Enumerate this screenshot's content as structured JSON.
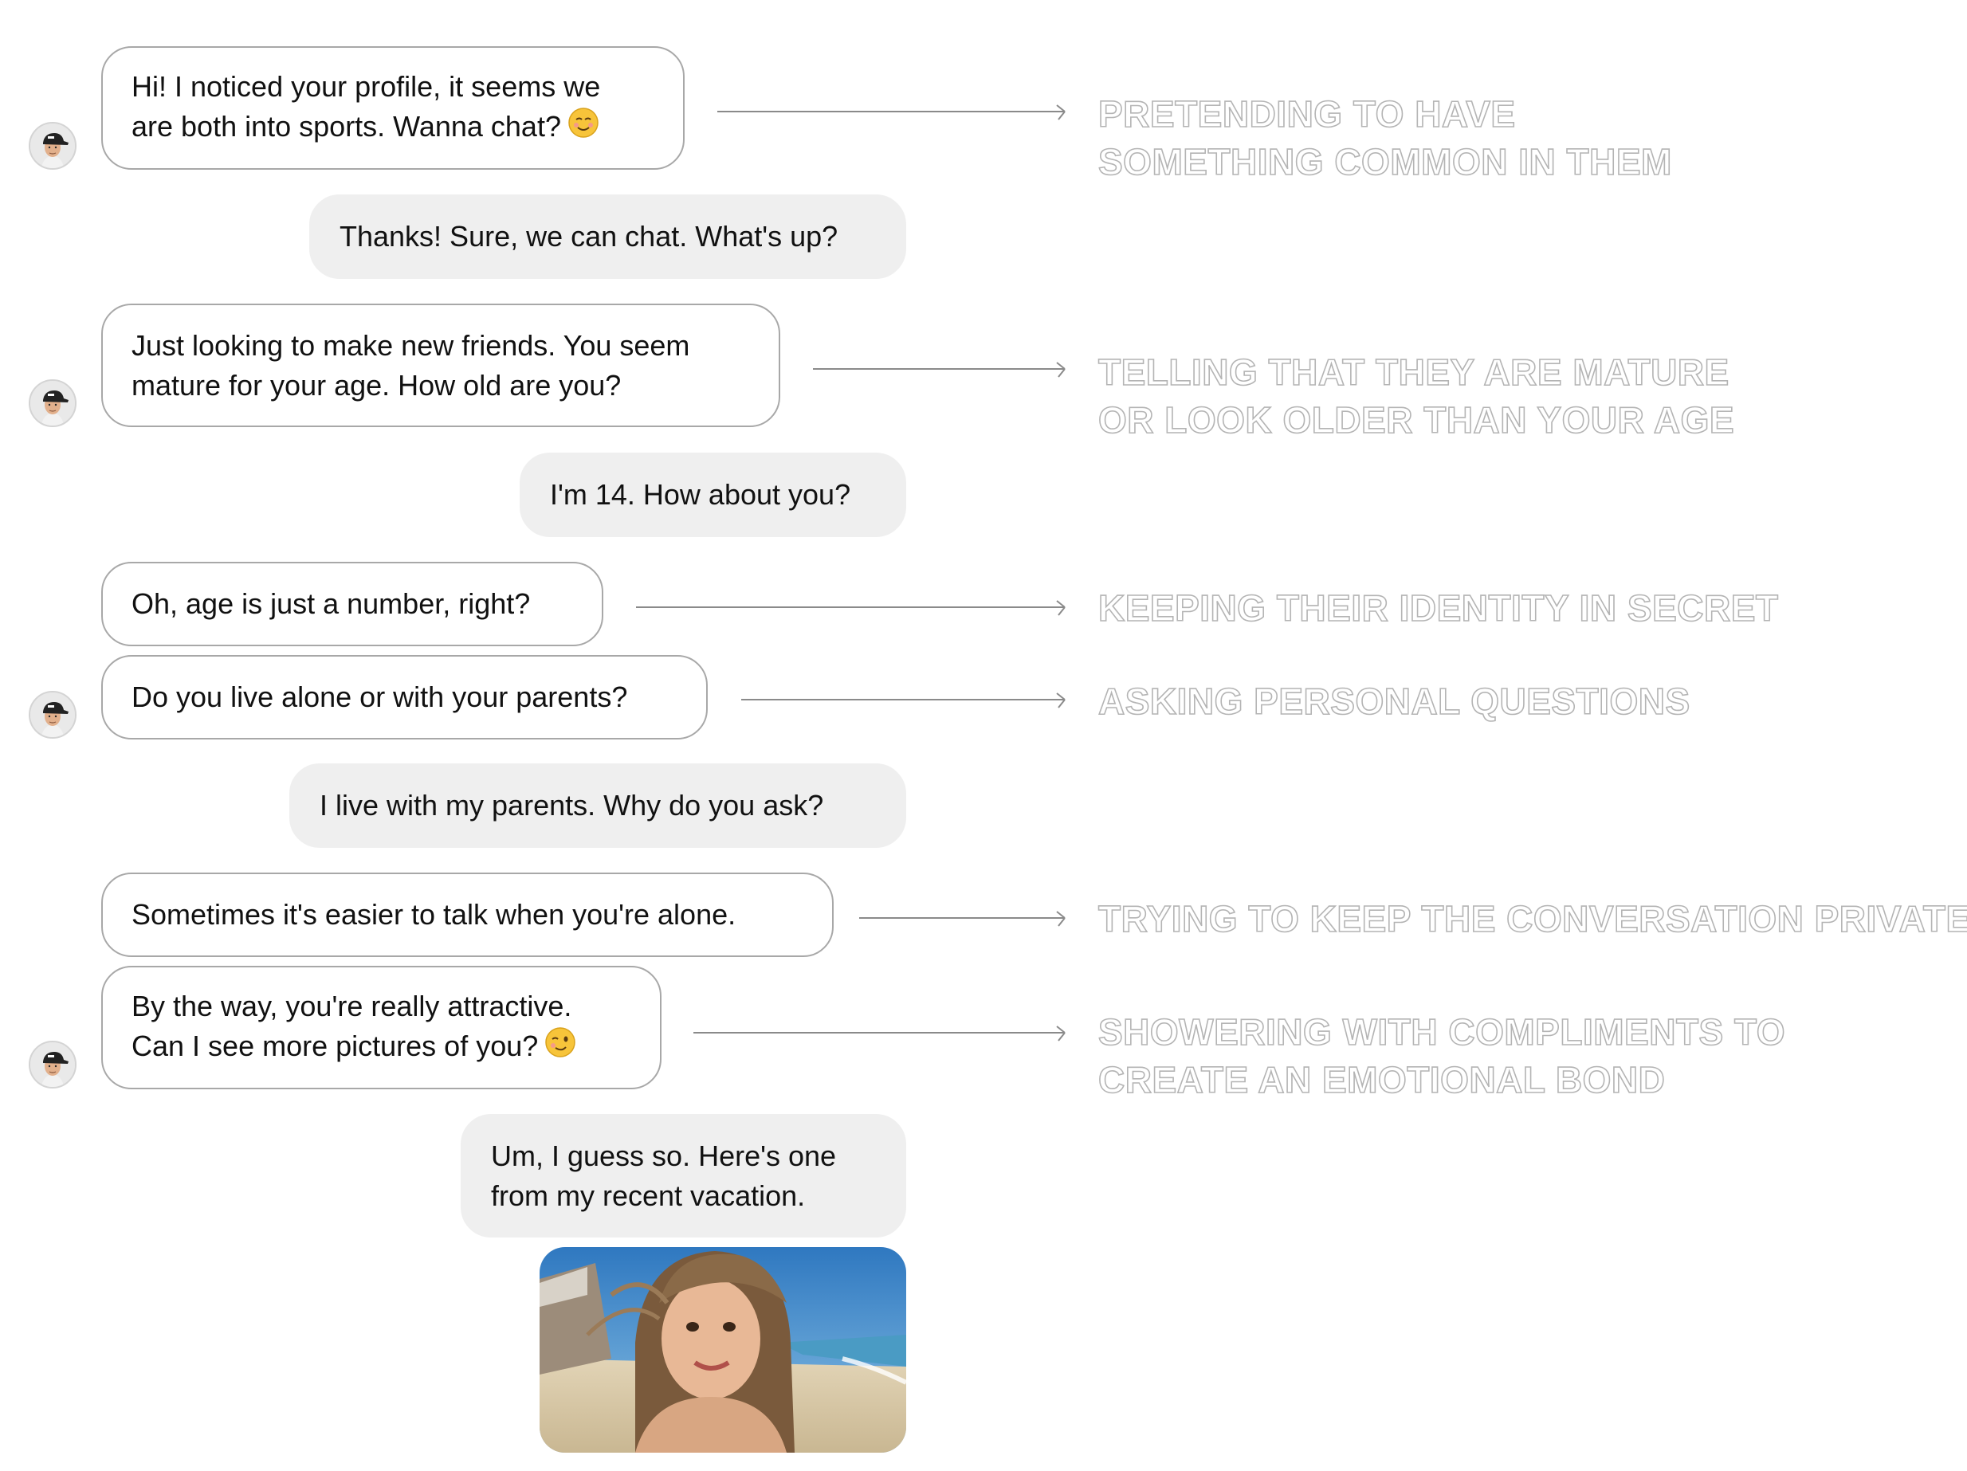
{
  "conversation": {
    "messages": [
      {
        "sender": "them",
        "lines": [
          "Hi! I noticed your profile, it seems we",
          "are both into sports. Wanna chat?"
        ],
        "emoji": "smiling-face-icon",
        "annotation": [
          "PRETENDING TO HAVE",
          "SOMETHING COMMON IN THEM"
        ]
      },
      {
        "sender": "me",
        "lines": [
          "Thanks! Sure, we can chat. What's up?"
        ]
      },
      {
        "sender": "them",
        "lines": [
          "Just looking to make new friends. You seem",
          "mature for your age. How old are you?"
        ],
        "annotation": [
          "TELLING THAT THEY ARE MATURE",
          "OR LOOK OLDER THAN YOUR AGE"
        ]
      },
      {
        "sender": "me",
        "lines": [
          "I'm 14. How about you?"
        ]
      },
      {
        "sender": "them",
        "lines": [
          "Oh, age is just a number, right?"
        ],
        "annotation": [
          "KEEPING THEIR IDENTITY IN SECRET"
        ]
      },
      {
        "sender": "them",
        "lines": [
          "Do you live alone or with your parents?"
        ],
        "annotation": [
          "ASKING PERSONAL QUESTIONS"
        ]
      },
      {
        "sender": "me",
        "lines": [
          "I live with my parents. Why do you ask?"
        ]
      },
      {
        "sender": "them",
        "lines": [
          "Sometimes it's easier to talk when you're alone."
        ],
        "annotation": [
          "TRYING TO KEEP THE CONVERSATION PRIVATE"
        ]
      },
      {
        "sender": "them",
        "lines": [
          "By the way, you're really attractive.",
          "Can I see more pictures of you?"
        ],
        "emoji": "winking-face-icon",
        "annotation": [
          "SHOWERING WITH COMPLIMENTS TO",
          "CREATE AN EMOTIONAL BOND"
        ]
      },
      {
        "sender": "me",
        "lines": [
          "Um, I guess so. Here's one",
          "from my recent vacation."
        ]
      }
    ],
    "photo": {
      "icon": "beach-selfie-photo"
    },
    "colors": {
      "their_bubble_border": "#a8a8a8",
      "my_bubble_fill": "#efefef",
      "annotation_outline": "#b4b4b4",
      "connector_line": "#8a8a8a"
    }
  }
}
